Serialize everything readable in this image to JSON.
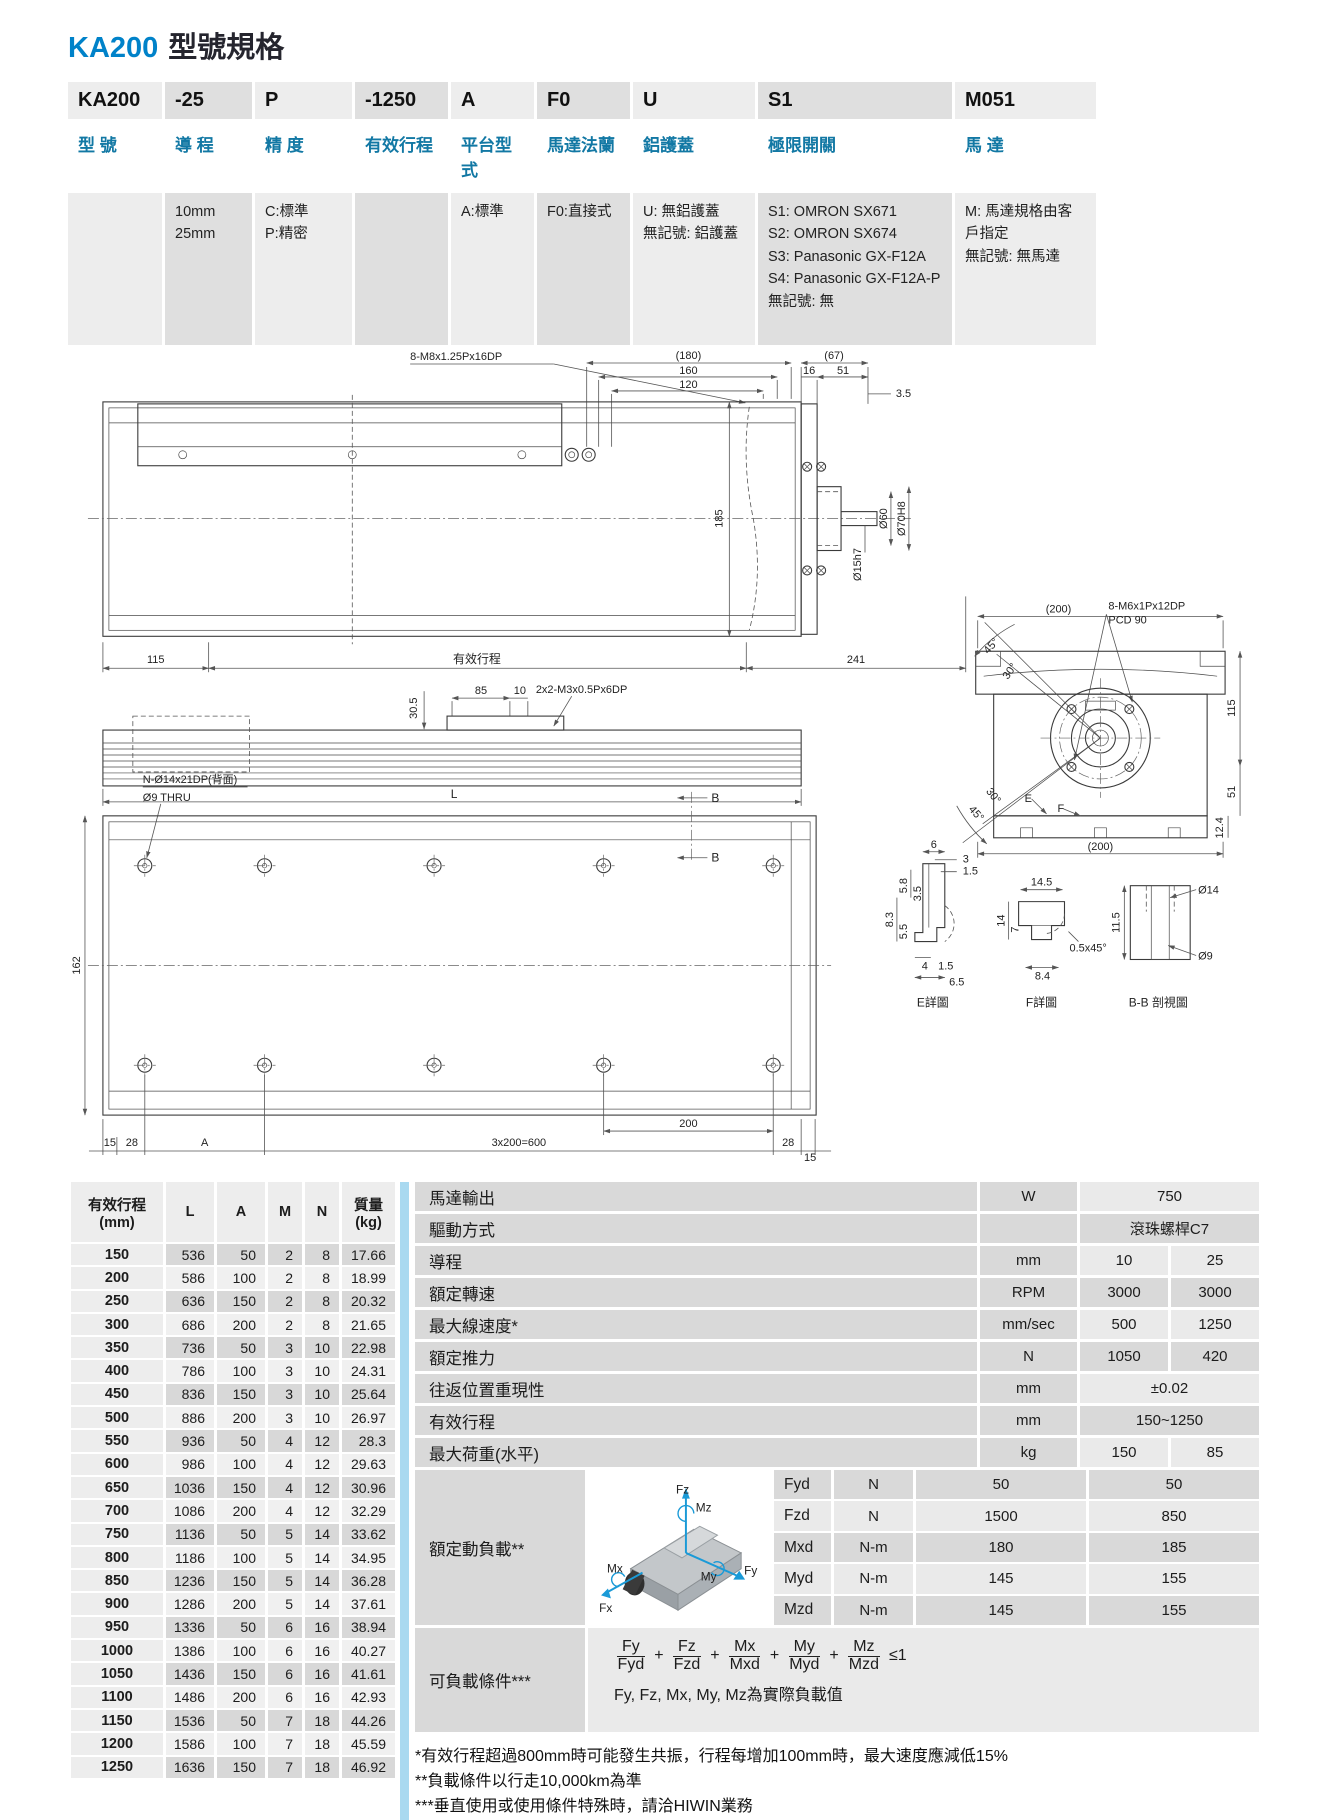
{
  "page": {
    "title_model": "KA200",
    "title_rest": "型號規格"
  },
  "model_code": {
    "parts": [
      {
        "code": "KA200",
        "label": "型 號"
      },
      {
        "code": "-25",
        "label": "導 程",
        "options": [
          "10mm",
          "25mm"
        ]
      },
      {
        "code": "P",
        "label": "精 度",
        "options": [
          "C:標準",
          "P:精密"
        ]
      },
      {
        "code": "-1250",
        "label": "有效行程"
      },
      {
        "code": "A",
        "label": "平台型式",
        "options": [
          "A:標準"
        ]
      },
      {
        "code": "F0",
        "label": "馬達法蘭",
        "options": [
          "F0:直接式"
        ]
      },
      {
        "code": "U",
        "label": "鋁護蓋",
        "options": [
          "U: 無鋁護蓋",
          "無記號: 鋁護蓋"
        ]
      },
      {
        "code": "S1",
        "label": "極限開關",
        "options": [
          "S1: OMRON SX671",
          "S2: OMRON SX674",
          "S3: Panasonic GX-F12A",
          "S4: Panasonic GX-F12A-P",
          "無記號: 無"
        ]
      },
      {
        "code": "M051",
        "label": "馬 達",
        "options": [
          "M: 馬達規格由客戶指定",
          "無記號: 無馬達"
        ]
      }
    ]
  },
  "drawings": {
    "plan": {
      "callout": "8-M8x1.25Px16DP",
      "d180": "(180)",
      "d160": "160",
      "d120": "120",
      "d67": "(67)",
      "d16": "16",
      "d51": "51",
      "d3_5": "3.5",
      "d185": "185",
      "dia60": "Ø60",
      "dia70": "Ø70H8",
      "dia15": "Ø15h7",
      "d115": "115",
      "stroke_label": "有效行程",
      "d241": "241"
    },
    "side": {
      "d30_5": "30.5",
      "d85": "85",
      "d10": "10",
      "callout": "2x2-M3x0.5Px6DP",
      "dL": "L"
    },
    "end": {
      "d200_top": "(200)",
      "callout1": "8-M6x1Px12DP",
      "callout2": "PCD 90",
      "a45": "45°",
      "a30": "30°",
      "a45b": "45°",
      "a30b": "30°",
      "eE": "E",
      "eF": "F",
      "d115": "115",
      "d51": "51",
      "d12_4": "12.4",
      "d200_bottom": "(200)"
    },
    "bottom": {
      "callout1": "N-Ø14x21DP(背面)",
      "callout2": "Ø9 THRU",
      "d162": "162",
      "secB": "B",
      "d15L": "15",
      "d28L": "28",
      "dA": "A",
      "d600": "3x200=600",
      "d200": "200",
      "d28R": "28",
      "d15R": "15"
    },
    "detailE": {
      "caption": "E詳圖",
      "d6": "6",
      "d3": "3",
      "d1_5a": "1.5",
      "d5_8": "5.8",
      "d3_5": "3.5",
      "d8_3": "8.3",
      "d5_5": "5.5",
      "d4": "4",
      "d1_5b": "1.5",
      "d6_5": "6.5"
    },
    "detailF": {
      "caption": "F詳圖",
      "d14_5": "14.5",
      "d14": "14",
      "d7": "7",
      "chamfer": "0.5x45°",
      "d8_4": "8.4"
    },
    "detailBB": {
      "caption": "B-B 剖視圖",
      "dia14": "Ø14",
      "d11_5": "11.5",
      "dia9": "Ø9"
    }
  },
  "dim_table": {
    "headers": [
      "有效行程\n(mm)",
      "L",
      "A",
      "M",
      "N",
      "質量\n(kg)"
    ],
    "rows": [
      [
        "150",
        "536",
        "50",
        "2",
        "8",
        "17.66"
      ],
      [
        "200",
        "586",
        "100",
        "2",
        "8",
        "18.99"
      ],
      [
        "250",
        "636",
        "150",
        "2",
        "8",
        "20.32"
      ],
      [
        "300",
        "686",
        "200",
        "2",
        "8",
        "21.65"
      ],
      [
        "350",
        "736",
        "50",
        "3",
        "10",
        "22.98"
      ],
      [
        "400",
        "786",
        "100",
        "3",
        "10",
        "24.31"
      ],
      [
        "450",
        "836",
        "150",
        "3",
        "10",
        "25.64"
      ],
      [
        "500",
        "886",
        "200",
        "3",
        "10",
        "26.97"
      ],
      [
        "550",
        "936",
        "50",
        "4",
        "12",
        "28.3"
      ],
      [
        "600",
        "986",
        "100",
        "4",
        "12",
        "29.63"
      ],
      [
        "650",
        "1036",
        "150",
        "4",
        "12",
        "30.96"
      ],
      [
        "700",
        "1086",
        "200",
        "4",
        "12",
        "32.29"
      ],
      [
        "750",
        "1136",
        "50",
        "5",
        "14",
        "33.62"
      ],
      [
        "800",
        "1186",
        "100",
        "5",
        "14",
        "34.95"
      ],
      [
        "850",
        "1236",
        "150",
        "5",
        "14",
        "36.28"
      ],
      [
        "900",
        "1286",
        "200",
        "5",
        "14",
        "37.61"
      ],
      [
        "950",
        "1336",
        "50",
        "6",
        "16",
        "38.94"
      ],
      [
        "1000",
        "1386",
        "100",
        "6",
        "16",
        "40.27"
      ],
      [
        "1050",
        "1436",
        "150",
        "6",
        "16",
        "41.61"
      ],
      [
        "1100",
        "1486",
        "200",
        "6",
        "16",
        "42.93"
      ],
      [
        "1150",
        "1536",
        "50",
        "7",
        "18",
        "44.26"
      ],
      [
        "1200",
        "1586",
        "100",
        "7",
        "18",
        "45.59"
      ],
      [
        "1250",
        "1636",
        "150",
        "7",
        "18",
        "46.92"
      ]
    ]
  },
  "spec": {
    "rows": [
      {
        "label": "馬達輸出",
        "unit": "W",
        "v1": "750"
      },
      {
        "label": "驅動方式",
        "unit": "",
        "v1": "滾珠螺桿C7"
      },
      {
        "label": "導程",
        "unit": "mm",
        "v1": "10",
        "v2": "25"
      },
      {
        "label": "額定轉速",
        "unit": "RPM",
        "v1": "3000",
        "v2": "3000"
      },
      {
        "label": "最大線速度*",
        "unit": "mm/sec",
        "v1": "500",
        "v2": "1250"
      },
      {
        "label": "額定推力",
        "unit": "N",
        "v1": "1050",
        "v2": "420"
      },
      {
        "label": "往返位置重現性",
        "unit": "mm",
        "v1": "±0.02"
      },
      {
        "label": "有效行程",
        "unit": "mm",
        "v1": "150~1250"
      },
      {
        "label": "最大荷重(水平)",
        "unit": "kg",
        "v1": "150",
        "v2": "85"
      }
    ],
    "dynamic_load": {
      "label": "額定動負載**",
      "rows": [
        [
          "Fyd",
          "N",
          "50",
          "50"
        ],
        [
          "Fzd",
          "N",
          "1500",
          "850"
        ],
        [
          "Mxd",
          "N-m",
          "180",
          "185"
        ],
        [
          "Myd",
          "N-m",
          "145",
          "155"
        ],
        [
          "Mzd",
          "N-m",
          "145",
          "155"
        ]
      ],
      "axes": {
        "fz": "Fz",
        "mz": "Mz",
        "fy": "Fy",
        "my": "My",
        "fx": "Fx",
        "mx": "Mx"
      }
    },
    "load_condition": {
      "label": "可負載條件***",
      "fractions": [
        {
          "n": "Fy",
          "d": "Fyd"
        },
        {
          "n": "Fz",
          "d": "Fzd"
        },
        {
          "n": "Mx",
          "d": "Mxd"
        },
        {
          "n": "My",
          "d": "Myd"
        },
        {
          "n": "Mz",
          "d": "Mzd"
        }
      ],
      "plus": "+",
      "le": "≤1",
      "note": "Fy, Fz, Mx, My, Mz為實際負載值"
    }
  },
  "footnotes": [
    "*有效行程超過800mm時可能發生共振，行程每增加100mm時，最大速度應減低15%",
    "**負載條件以行走10,000km為準",
    "***垂直使用或使用條件特殊時，請洽HIWIN業務"
  ]
}
